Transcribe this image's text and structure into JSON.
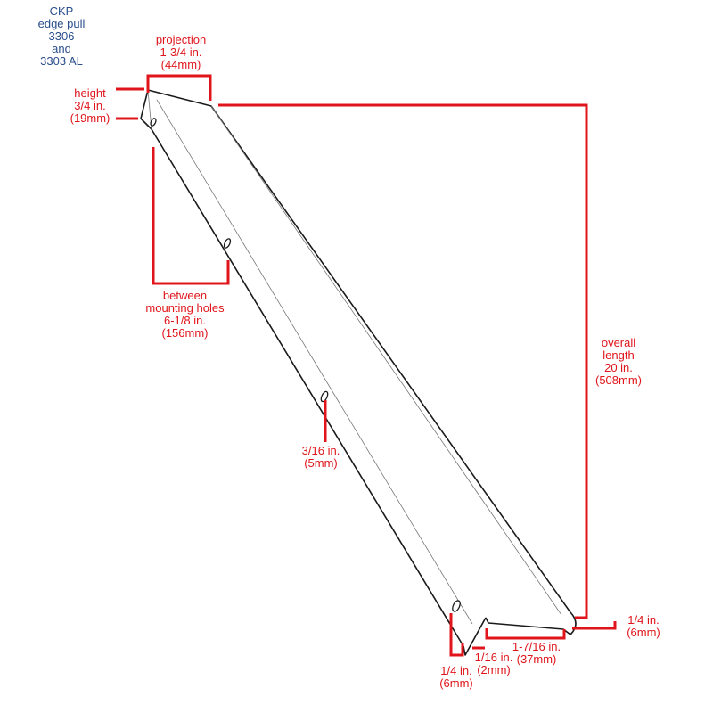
{
  "title": {
    "lines": [
      "CKP",
      "edge pull",
      "3306",
      "and",
      "3303 AL"
    ],
    "color": "#2a4e8c"
  },
  "colors": {
    "dimension": "#e0151b",
    "outline": "#1a1a1a"
  },
  "dimensions": {
    "projection": [
      "projection",
      "1-3/4 in.",
      "(44mm)"
    ],
    "height": [
      "height",
      "3/4 in.",
      "(19mm)"
    ],
    "between_holes": [
      "between",
      "mounting holes",
      "6-1/8 in.",
      "(156mm)"
    ],
    "overall_length": [
      "overall",
      "length",
      "20 in.",
      "(508mm)"
    ],
    "hole_diameter": [
      "3/16 in.",
      "(5mm)"
    ],
    "flange_right": [
      "1/4 in.",
      "(6mm)"
    ],
    "base_depth": [
      "1-7/16 in.",
      "(37mm)"
    ],
    "thickness": [
      "1/16 in.",
      "(2mm)"
    ],
    "flange_left": [
      "1/4 in.",
      "(6mm)"
    ]
  }
}
